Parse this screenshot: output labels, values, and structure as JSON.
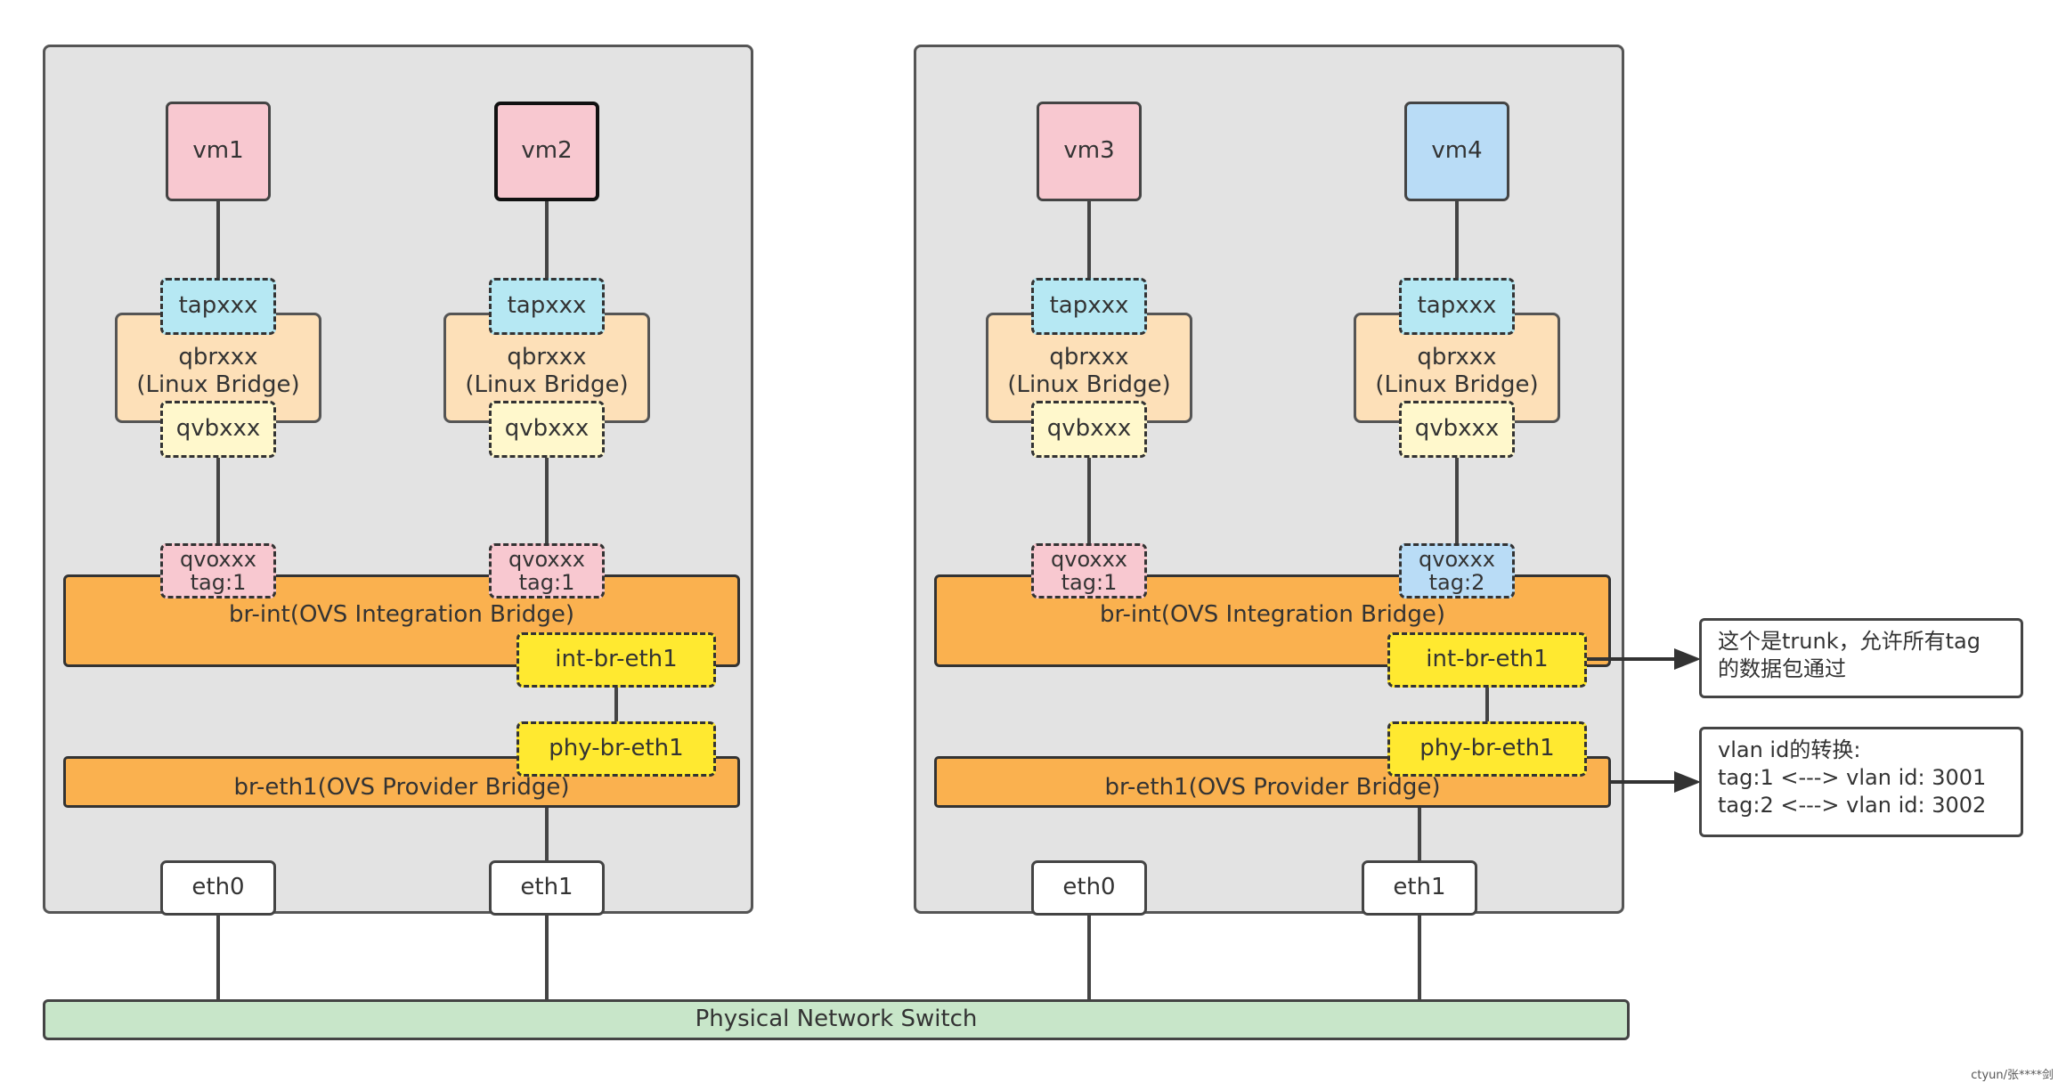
{
  "hosts": [
    {
      "vms": [
        {
          "label": "vm1",
          "color": "red"
        },
        {
          "label": "vm2",
          "color": "red"
        }
      ],
      "ports": [
        {
          "tap": "tapxxx",
          "qbr": [
            "qbrxxx",
            "(Linux Bridge)"
          ],
          "qvb": "qvbxxx",
          "qvo": [
            "qvoxxx",
            "tag:1"
          ]
        },
        {
          "tap": "tapxxx",
          "qbr": [
            "qbrxxx",
            "(Linux Bridge)"
          ],
          "qvb": "qvbxxx",
          "qvo": [
            "qvoxxx",
            "tag:1"
          ]
        }
      ],
      "br_int": "br-int(OVS Integration Bridge)",
      "int_port": "int-br-eth1",
      "phy_port": "phy-br-eth1",
      "br_eth1": "br-eth1(OVS Provider Bridge)",
      "nics": [
        "eth0",
        "eth1"
      ]
    },
    {
      "vms": [
        {
          "label": "vm3",
          "color": "red"
        },
        {
          "label": "vm4",
          "color": "blue"
        }
      ],
      "ports": [
        {
          "tap": "tapxxx",
          "qbr": [
            "qbrxxx",
            "(Linux Bridge)"
          ],
          "qvb": "qvbxxx",
          "qvo": [
            "qvoxxx",
            "tag:1"
          ]
        },
        {
          "tap": "tapxxx",
          "qbr": [
            "qbrxxx",
            "(Linux Bridge)"
          ],
          "qvb": "qvbxxx",
          "qvo": [
            "qvoxxx",
            "tag:2"
          ]
        }
      ],
      "br_int": "br-int(OVS Integration Bridge)",
      "int_port": "int-br-eth1",
      "phy_port": "phy-br-eth1",
      "br_eth1": "br-eth1(OVS Provider Bridge)",
      "nics": [
        "eth0",
        "eth1"
      ]
    }
  ],
  "switch": "Physical Network Switch",
  "notes": {
    "trunk": [
      "这个是trunk，允许所有tag",
      "的数据包通过"
    ],
    "vlan": [
      "vlan id的转换:",
      "tag:1 <---> vlan id: 3001",
      "tag:2 <---> vlan id: 3002"
    ]
  },
  "colors": {
    "host_bg": "#e3e3e3",
    "vm_red": "#f8c8d0",
    "vm_blue": "#b9dcf6",
    "tap": "#b6e8f3",
    "qbr": "#fde0b8",
    "qvb": "#fff8cc",
    "ovs_bridge": "#fab14f",
    "patch_port": "#ffe930",
    "switch": "#c8e6c9"
  },
  "watermark": "ctyun/张****剑"
}
